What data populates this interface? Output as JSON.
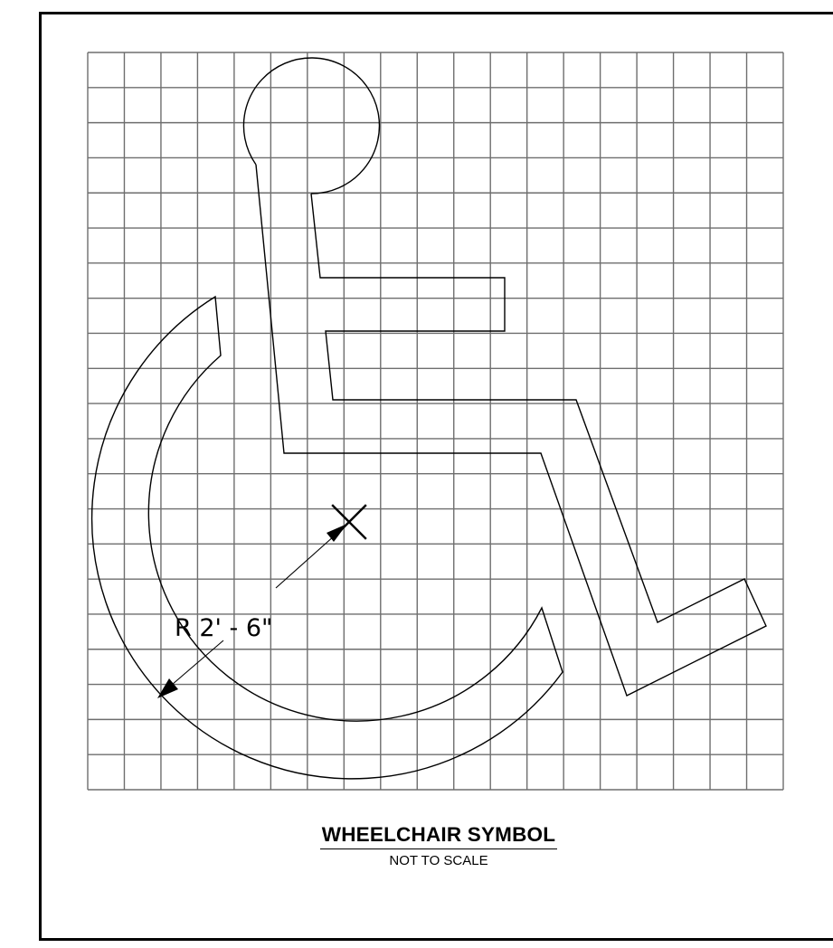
{
  "drawing": {
    "dimension_label": "R 2' - 6\"",
    "title": "WHEELCHAIR SYMBOL",
    "subtitle": "NOT TO SCALE",
    "grid": {
      "columns": 19,
      "rows": 21
    },
    "colors": {
      "linework": "#000000",
      "grid": "#6e6e6e",
      "background": "#ffffff"
    }
  }
}
